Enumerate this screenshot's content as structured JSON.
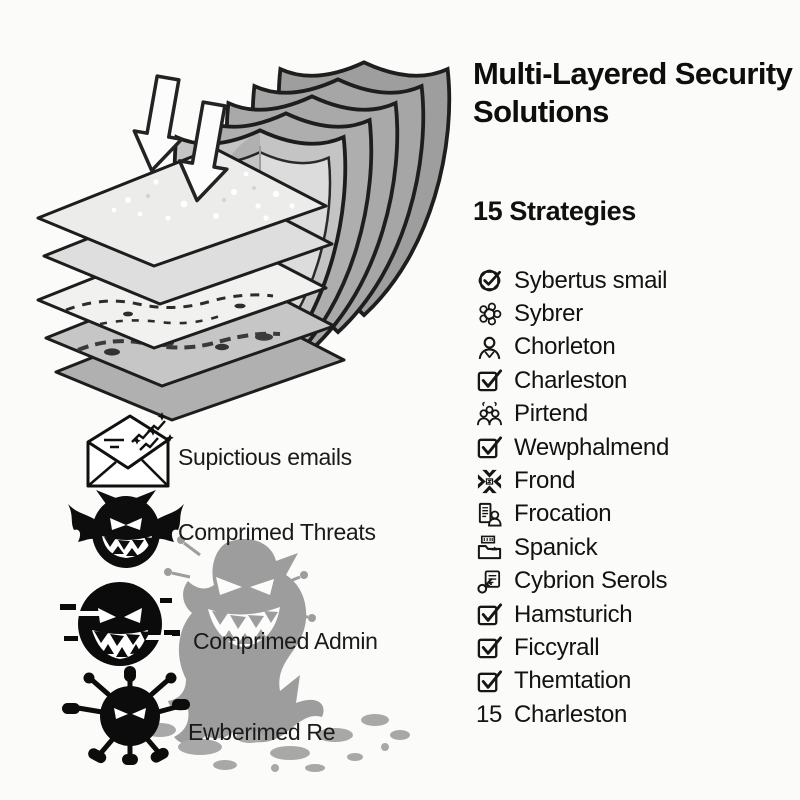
{
  "title": {
    "line1": "Multi-Layered Security",
    "line2": "Solutions",
    "full": "Multi-Layered Security Solutions"
  },
  "subtitle": "15 Strategies",
  "strategies": [
    {
      "label": "Sybertus smail",
      "icon": "verified-badge-icon"
    },
    {
      "label": "Sybrer",
      "icon": "gear-icon"
    },
    {
      "label": "Chorleton",
      "icon": "user-icon"
    },
    {
      "label": "Charleston",
      "icon": "checkbox-icon"
    },
    {
      "label": "Pirtend",
      "icon": "team-icon"
    },
    {
      "label": "Wewphalmend",
      "icon": "checkbox-icon"
    },
    {
      "label": "Frond",
      "icon": "malware-cross-icon"
    },
    {
      "label": "Frocation",
      "icon": "document-user-icon"
    },
    {
      "label": "Spanick",
      "icon": "folder-tray-icon"
    },
    {
      "label": "Cybrion Serols",
      "icon": "key-document-icon"
    },
    {
      "label": "Hamsturich",
      "icon": "checkbox-icon"
    },
    {
      "label": "Ficcyrall",
      "icon": "checkbox-icon"
    },
    {
      "label": "Themtation",
      "icon": "checkbox-icon"
    },
    {
      "label": "Charleston",
      "icon": "number-badge",
      "number": "15"
    }
  ],
  "threats": [
    {
      "label": "Supictious emails",
      "icon": "phishing-email-icon"
    },
    {
      "label": "Comprimed Threats",
      "icon": "bat-malware-icon"
    },
    {
      "label": "Comprimed Admin",
      "icon": "glitch-malware-icon"
    },
    {
      "label": "Ewberimed Re",
      "icon": "virus-bot-icon"
    }
  ],
  "colors": {
    "background": "#fbfbf9",
    "ink": "#141414",
    "shield_gray": "#a2a2a2",
    "shield_front": "#c4c4c4",
    "layer_light": "#ececea",
    "ghost_gray": "#9d9d9d"
  }
}
